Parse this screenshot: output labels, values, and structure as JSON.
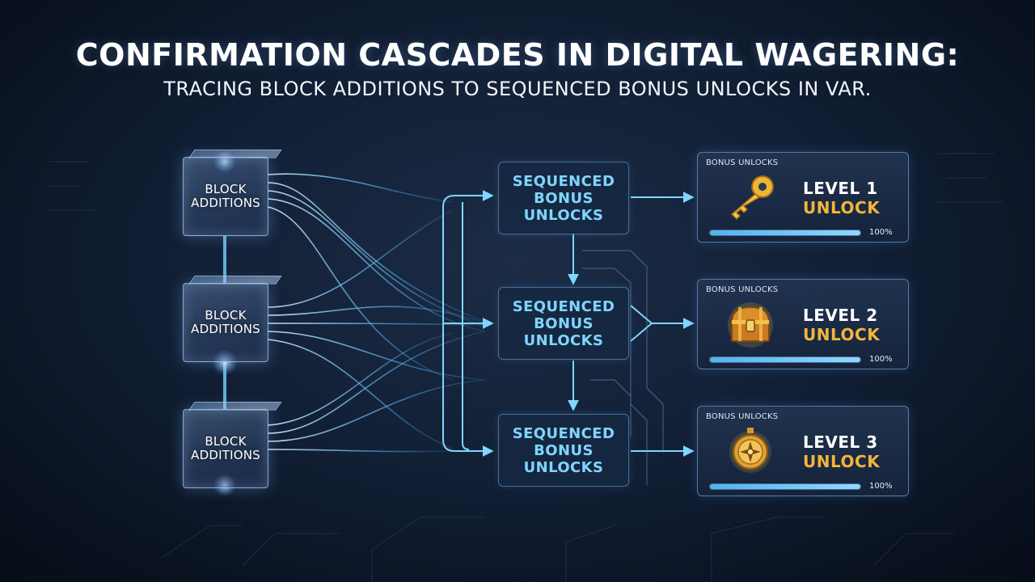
{
  "title": "Confirmation Cascades in Digital Wagering:",
  "subtitle": "Tracing Block Additions to Sequenced Bonus Unlocks in VAR.",
  "blocks": [
    {
      "label_line1": "Block",
      "label_line2": "Additions"
    },
    {
      "label_line1": "Block",
      "label_line2": "Additions"
    },
    {
      "label_line1": "Block",
      "label_line2": "Additions"
    }
  ],
  "sequenced": [
    {
      "line1": "Sequenced",
      "line2": "Bonus",
      "line3": "Unlocks"
    },
    {
      "line1": "Sequenced",
      "line2": "Bonus",
      "line3": "Unlocks"
    },
    {
      "line1": "Sequenced",
      "line2": "Bonus",
      "line3": "Unlocks"
    }
  ],
  "cards": [
    {
      "tag": "Bonus Unlocks",
      "level": "Level 1",
      "unlock": "Unlock",
      "progress": 1.0,
      "percent_label": "100%",
      "icon": "key-icon"
    },
    {
      "tag": "Bonus Unlocks",
      "level": "Level 2",
      "unlock": "Unlock",
      "progress": 1.0,
      "percent_label": "100%",
      "icon": "treasure-chest-icon"
    },
    {
      "tag": "Bonus Unlocks",
      "level": "Level 3",
      "unlock": "Unlock",
      "progress": 1.0,
      "percent_label": "100%",
      "icon": "vault-dial-icon"
    }
  ],
  "colors": {
    "accent_cyan": "#7fd6ff",
    "accent_gold": "#f2b53a",
    "flow_blue": "#5cc0ff",
    "background": "#122036"
  }
}
